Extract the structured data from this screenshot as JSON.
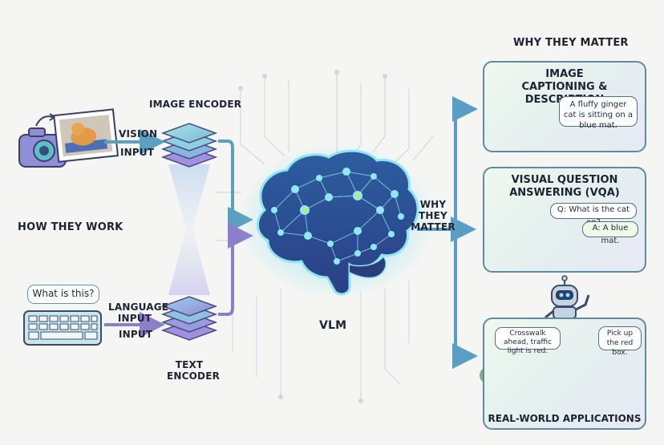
{
  "left": {
    "how_they_work": "HOW THEY WORK",
    "image_encoder": "IMAGE ENCODER",
    "vision": "VISION",
    "input_top": "INPUT",
    "language_input": "LANGUAGE INPUT",
    "input_bottom": "INPUT",
    "text_encoder": "TEXT ENCODER",
    "speech": "What is this?"
  },
  "center": {
    "vlm": "VLM",
    "why_they_matter": "WHY THEY MATTER"
  },
  "right": {
    "header": "WHY THEY MATTER",
    "captioning": {
      "title": "IMAGE CAPTIONING & DESCRIPTION",
      "caption": "A fluffy ginger cat is sitting on a blue mat."
    },
    "vqa": {
      "title": "VISUAL QUESTION ANSWERING (VQA)",
      "question": "Q: What is the cat on?",
      "answer": "A: A blue mat."
    },
    "realworld": {
      "title": "REAL-WORLD APPLICATIONS",
      "crosswalk": "Crosswalk ahead, traffic light is red.",
      "pickup": "Pick up the red box."
    }
  },
  "colors": {
    "vision_arrow": "#5c9fc0",
    "language_arrow": "#8a7fc8",
    "brain_node": "#7dd8ec",
    "card_border": "#5f8aa0"
  }
}
